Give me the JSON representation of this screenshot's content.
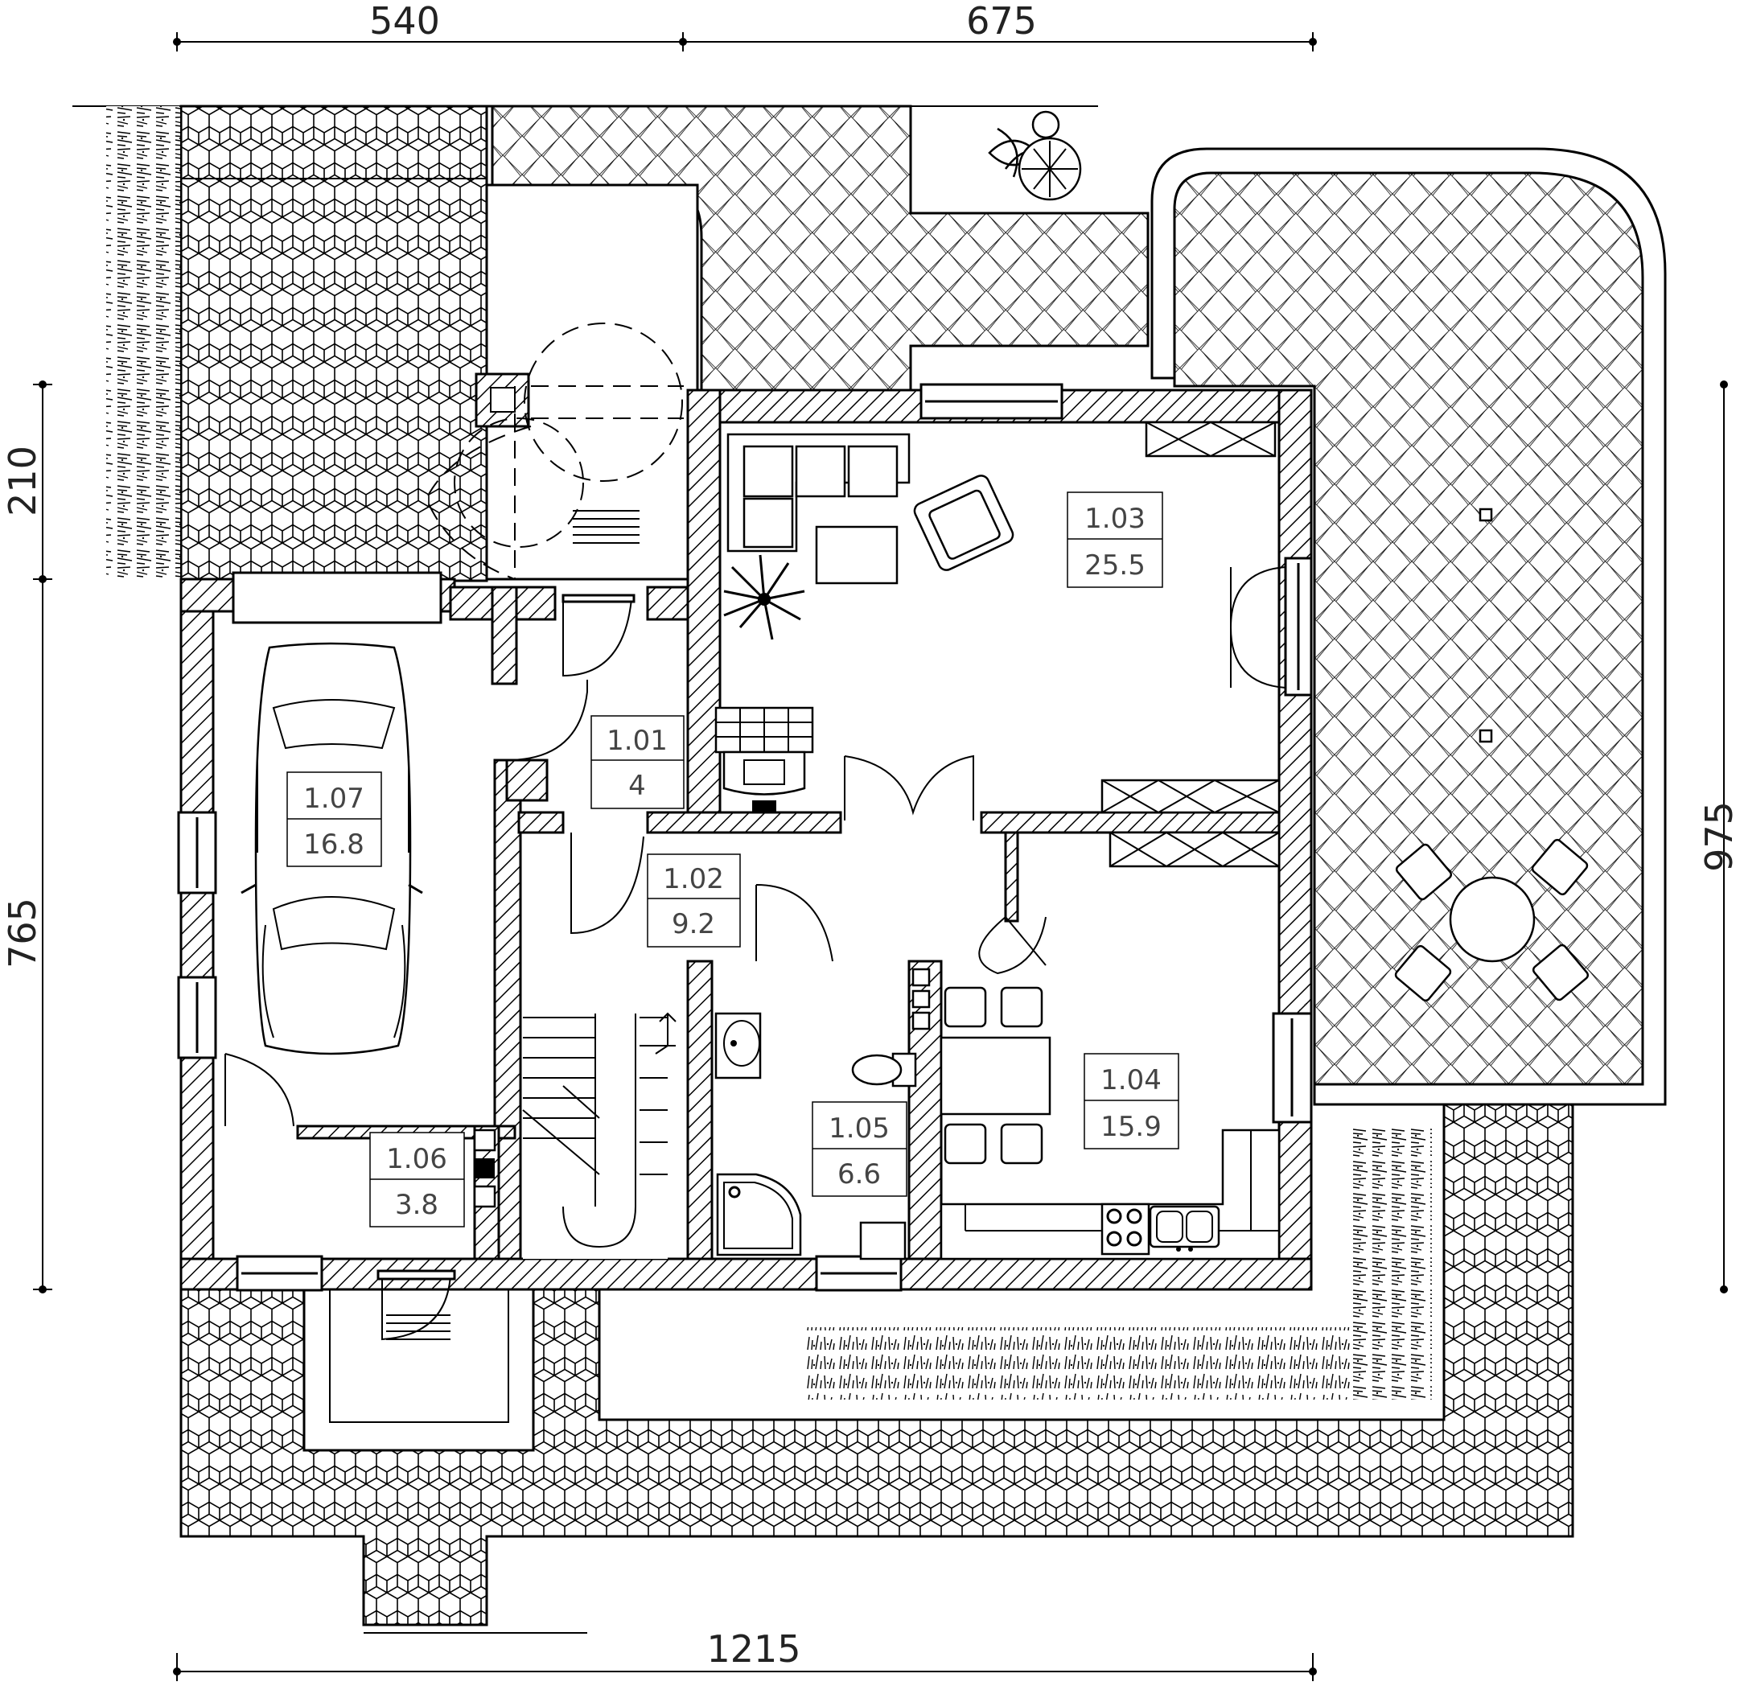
{
  "dimensions": {
    "top_left": "540",
    "top_right": "675",
    "left_upper": "210",
    "left_lower": "765",
    "right": "975",
    "bottom": "1215"
  },
  "rooms": [
    {
      "number": "1.01",
      "area": "4"
    },
    {
      "number": "1.02",
      "area": "9.2"
    },
    {
      "number": "1.03",
      "area": "25.5"
    },
    {
      "number": "1.04",
      "area": "15.9"
    },
    {
      "number": "1.05",
      "area": "6.6"
    },
    {
      "number": "1.06",
      "area": "3.8"
    },
    {
      "number": "1.07",
      "area": "16.8"
    }
  ],
  "icons": [
    "car-icon",
    "sofa-icon",
    "armchair-icon",
    "plant-icon",
    "shrub-icon",
    "dining-table-icon",
    "round-table-icon",
    "stove-icon",
    "sink-icon",
    "toilet-icon",
    "shower-icon",
    "washbasin-icon",
    "stairs-icon",
    "fireplace-icon"
  ]
}
